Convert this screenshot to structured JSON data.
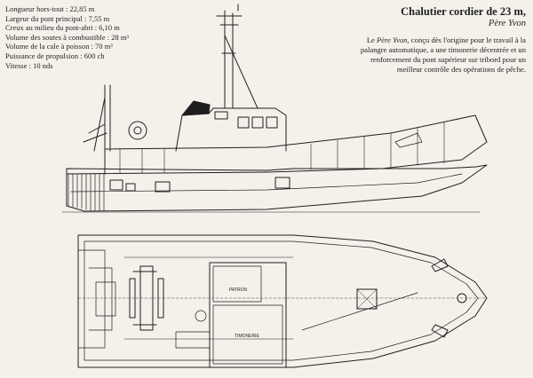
{
  "specs": {
    "length": "Longueur hors-tout : 22,85 m",
    "width": "Largeur du pont principal : 7,55 m",
    "depth": "Creux au milieu du pont-abri : 6,10 m",
    "fuel": "Volume des soutes à combustible : 28 m³",
    "hold": "Volume de la cale à poisson : 70 m³",
    "power": "Puissance de propulsion : 600 ch",
    "speed": "Vitesse : 10 nds"
  },
  "header": {
    "title": "Chalutier cordier de 23 m,",
    "boat_name": "Père Yvon"
  },
  "caption": {
    "prefix": "Le ",
    "boat_name": "Père Yvon",
    "text": ", conçu dès l'origine pour le travail à la palangre automatique, a une timonerie décentrée et un renforcement du pont supérieur sur tribord pour un meilleur contrôle des opérations de pêche."
  },
  "plan_labels": {
    "galley": "PATRON",
    "wheelhouse": "TIMONERIE"
  },
  "colors": {
    "paper": "#f3f1ea",
    "ink": "#1f1f1f"
  }
}
